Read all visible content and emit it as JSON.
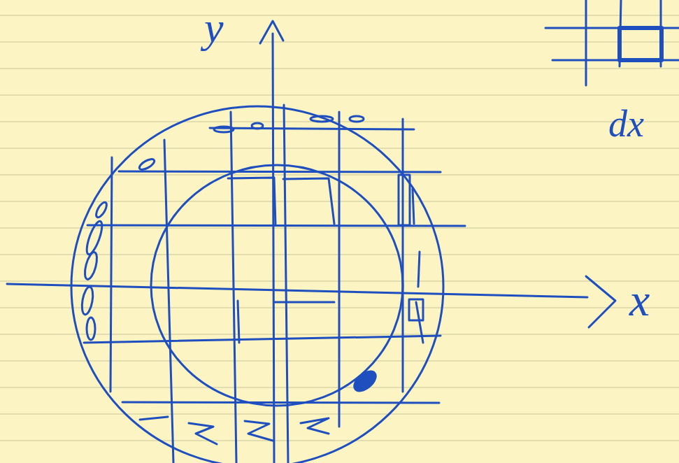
{
  "diagram": {
    "labels": [
      "y",
      "x",
      "dx"
    ]
  }
}
